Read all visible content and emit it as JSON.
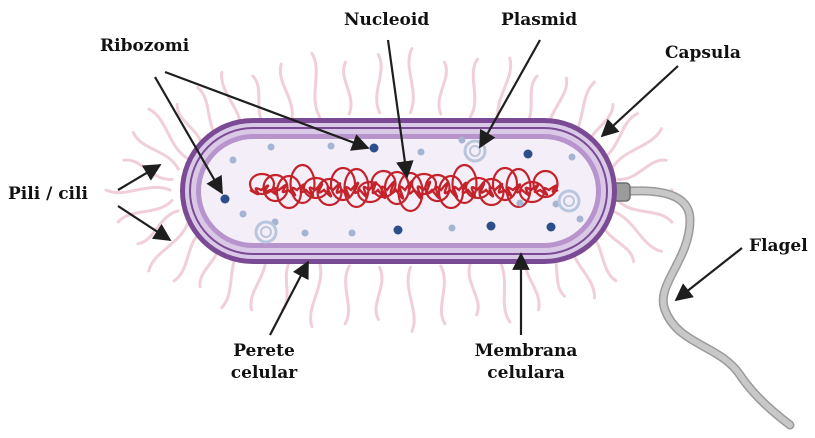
{
  "diagram": {
    "colors": {
      "capsule_outer": "#7a4b94",
      "capsule_fill": "#d9c9e6",
      "membrane": "#b795cc",
      "cytoplasm": "#f4eef8",
      "pili": "#f1cfd9",
      "nucleoid": "#c4232b",
      "ribosome": "#2c4f8c",
      "ribosome_small": "#a6b4d3",
      "plasmid": "#b9c6dd",
      "flagellum": "#c8c8c8",
      "arrow": "#1e1e1e"
    },
    "labels": {
      "nucleoid": "Nucleoid",
      "plasmid": "Plasmid",
      "ribosomes": "Ribozomi",
      "capsule": "Capsula",
      "pili": "Pili / cili",
      "flagellum": "Flagel",
      "cell_wall_line1": "Perete",
      "cell_wall_line2": "celular",
      "cell_membrane_line1": "Membrana",
      "cell_membrane_line2": "celulara"
    }
  }
}
